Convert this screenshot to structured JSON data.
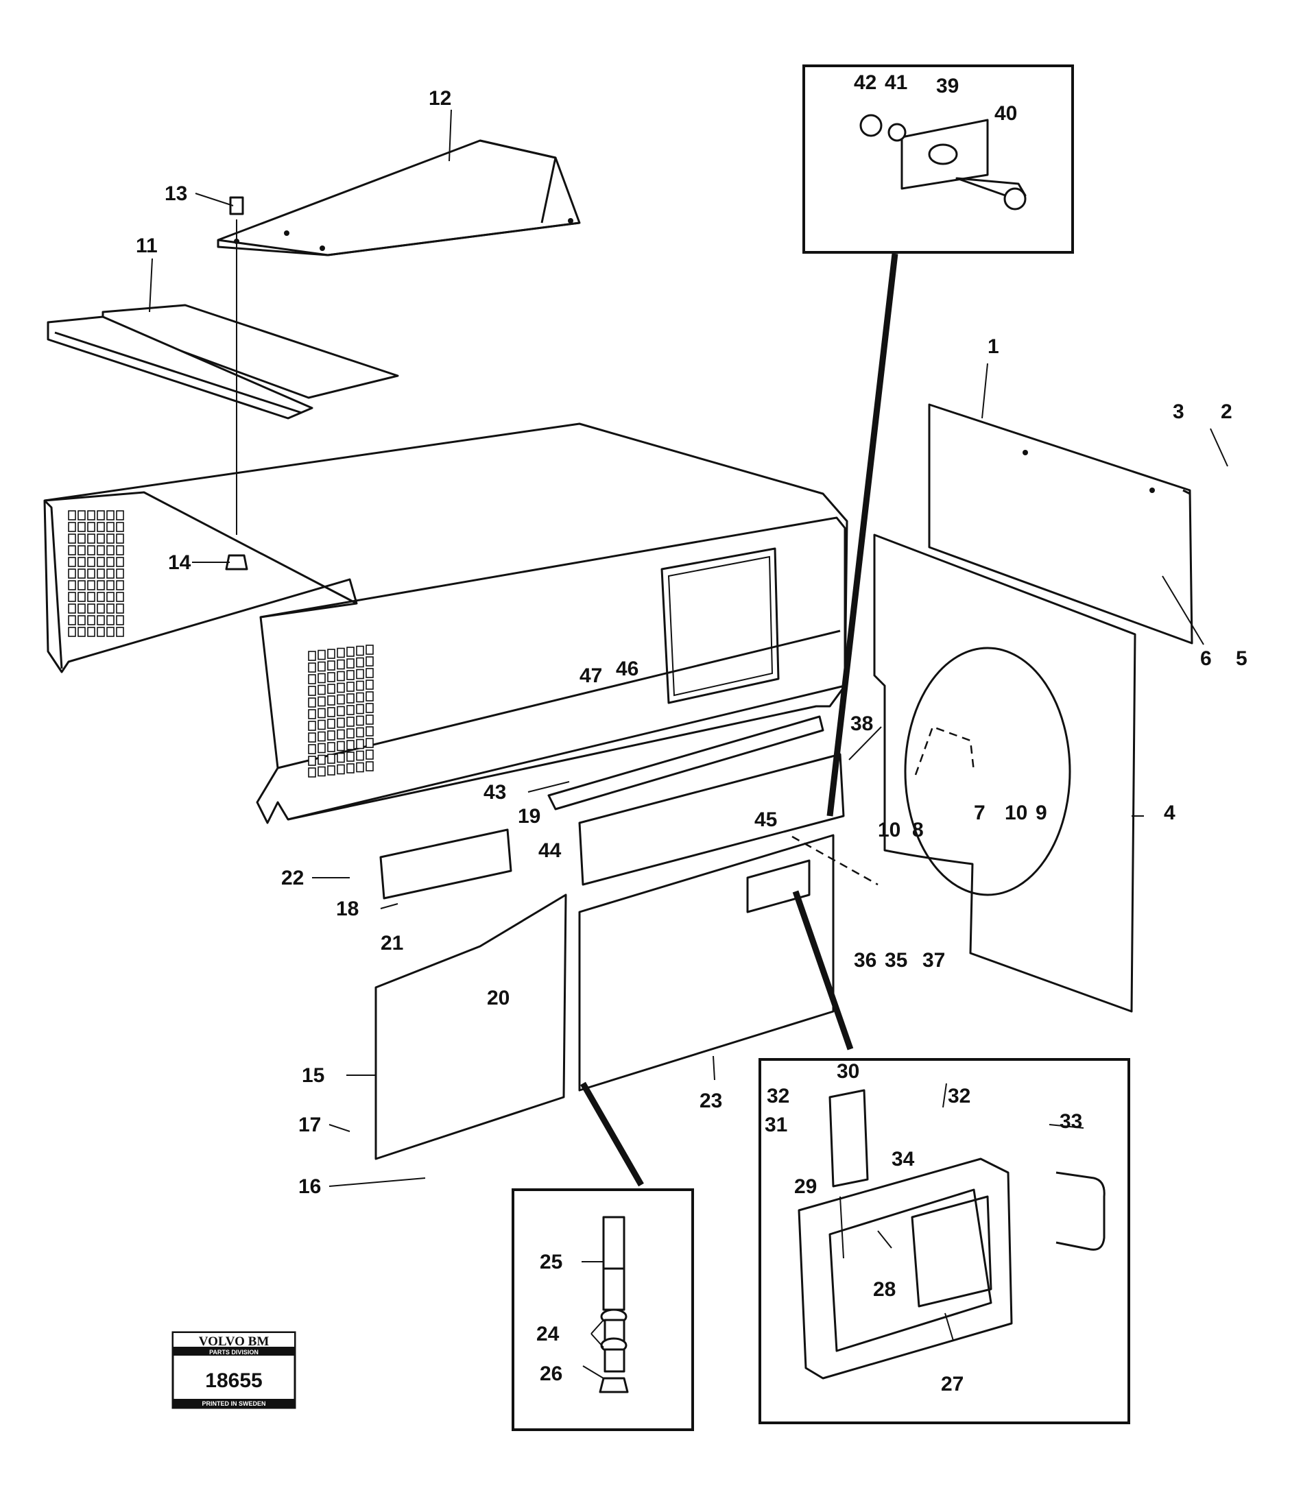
{
  "callouts": [
    {
      "id": "1",
      "text": "1"
    },
    {
      "id": "2",
      "text": "2"
    },
    {
      "id": "3",
      "text": "3"
    },
    {
      "id": "4",
      "text": "4"
    },
    {
      "id": "5",
      "text": "5"
    },
    {
      "id": "6",
      "text": "6"
    },
    {
      "id": "7",
      "text": "7"
    },
    {
      "id": "8",
      "text": "8"
    },
    {
      "id": "9",
      "text": "9"
    },
    {
      "id": "10a",
      "text": "10"
    },
    {
      "id": "10b",
      "text": "10"
    },
    {
      "id": "11",
      "text": "11"
    },
    {
      "id": "12",
      "text": "12"
    },
    {
      "id": "13",
      "text": "13"
    },
    {
      "id": "14",
      "text": "14"
    },
    {
      "id": "15",
      "text": "15"
    },
    {
      "id": "16",
      "text": "16"
    },
    {
      "id": "17",
      "text": "17"
    },
    {
      "id": "18",
      "text": "18"
    },
    {
      "id": "19",
      "text": "19"
    },
    {
      "id": "20",
      "text": "20"
    },
    {
      "id": "21",
      "text": "21"
    },
    {
      "id": "22",
      "text": "22"
    },
    {
      "id": "23",
      "text": "23"
    },
    {
      "id": "24",
      "text": "24"
    },
    {
      "id": "25",
      "text": "25"
    },
    {
      "id": "26",
      "text": "26"
    },
    {
      "id": "27",
      "text": "27"
    },
    {
      "id": "28",
      "text": "28"
    },
    {
      "id": "29",
      "text": "29"
    },
    {
      "id": "30",
      "text": "30"
    },
    {
      "id": "31",
      "text": "31"
    },
    {
      "id": "32a",
      "text": "32"
    },
    {
      "id": "32b",
      "text": "32"
    },
    {
      "id": "33",
      "text": "33"
    },
    {
      "id": "34",
      "text": "34"
    },
    {
      "id": "35",
      "text": "35"
    },
    {
      "id": "36",
      "text": "36"
    },
    {
      "id": "37",
      "text": "37"
    },
    {
      "id": "38",
      "text": "38"
    },
    {
      "id": "39",
      "text": "39"
    },
    {
      "id": "40",
      "text": "40"
    },
    {
      "id": "41",
      "text": "41"
    },
    {
      "id": "42",
      "text": "42"
    },
    {
      "id": "43",
      "text": "43"
    },
    {
      "id": "44",
      "text": "44"
    },
    {
      "id": "45",
      "text": "45"
    },
    {
      "id": "46",
      "text": "46"
    },
    {
      "id": "47",
      "text": "47"
    }
  ],
  "stamp": {
    "brand": "VOLVO BM",
    "division": "PARTS DIVISION",
    "number": "18655",
    "footer": "PRINTED IN SWEDEN"
  }
}
